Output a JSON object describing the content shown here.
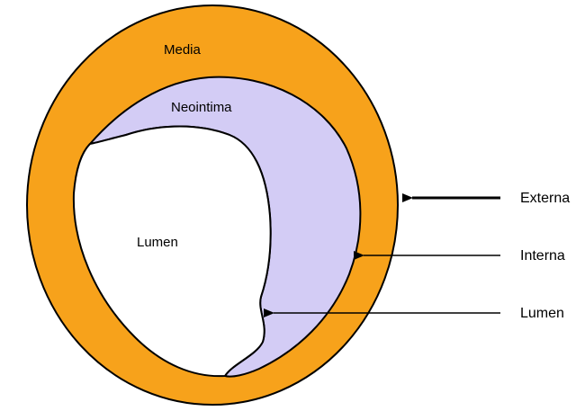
{
  "regions": {
    "media": "Media",
    "neointima": "Neointima",
    "lumen": "Lumen"
  },
  "pointers": {
    "externa": "Externa",
    "interna": "Interna",
    "lumen": "Lumen"
  },
  "colors": {
    "media": "#f7a21b",
    "neointima": "#d3ccf5",
    "lumen": "#ffffff",
    "outline": "#000000"
  }
}
